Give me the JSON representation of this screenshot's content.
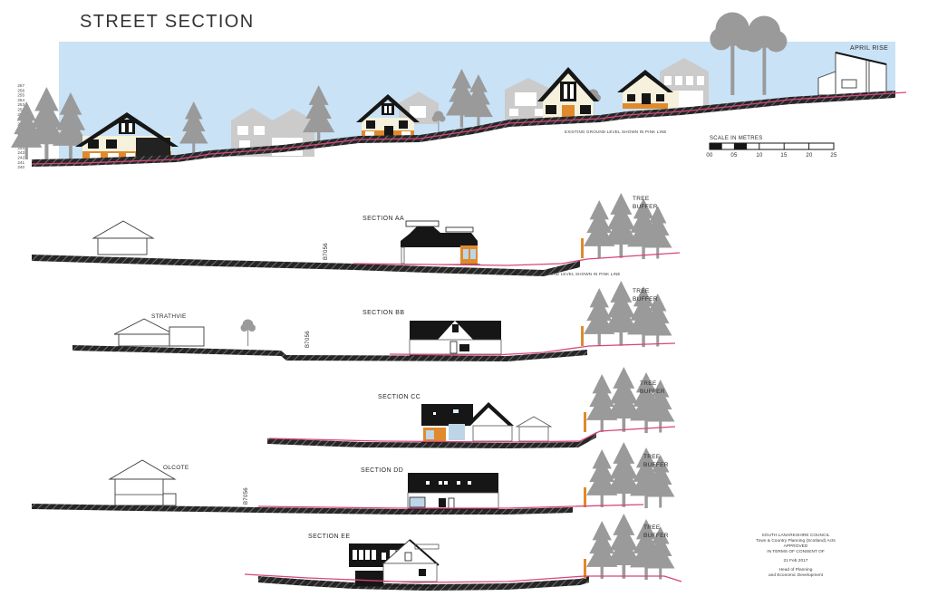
{
  "title": "STREET SECTION",
  "street_section": {
    "april_rise_label": "APRIL RISE",
    "ground_note": "EXISTING GROUND LEVEL SHOWN IN PINK LINE",
    "elevation_scale": {
      "values": [
        "257",
        "256",
        "255",
        "254",
        "253",
        "252",
        "251",
        "250",
        "249",
        "248",
        "247",
        "246",
        "245",
        "244",
        "243",
        "242",
        "241",
        "240"
      ]
    },
    "scale_bar": {
      "title": "SCALE IN METRES",
      "ticks": [
        "00",
        "05",
        "10",
        "15",
        "20",
        "25"
      ]
    }
  },
  "sections": [
    {
      "label": "SECTION AA",
      "road_label": "B7056",
      "tree_buffer": [
        "TREE",
        "BUFFER"
      ],
      "note": "EXISTING GROUND LEVEL SHOWN IN PINK LINE"
    },
    {
      "label": "SECTION BB",
      "road_label": "B7056",
      "tree_buffer": [
        "TREE",
        "BUFFER"
      ],
      "house_label": "STRATHVIE"
    },
    {
      "label": "SECTION CC",
      "tree_buffer": [
        "TREE",
        "BUFFER"
      ]
    },
    {
      "label": "SECTION DD",
      "road_label": "B7056",
      "tree_buffer": [
        "TREE",
        "BUFFER"
      ],
      "house_label": "OLCOTE"
    },
    {
      "label": "SECTION EE",
      "tree_buffer": [
        "TREE",
        "BUFFER"
      ]
    }
  ],
  "approval_stamp": {
    "lines": [
      "SOUTH LANARKSHIRE COUNCIL",
      "Town & Country Planning (Scotland) Acts",
      "APPROVED",
      "IN TERMS OF CONSENT OF",
      "21 Feb 2017",
      "Head of Planning",
      "and Economic Development"
    ]
  },
  "colors": {
    "sky": "#c9e2f6",
    "pink_line": "#d6457f",
    "tree_gray": "#9a9a9a",
    "silhouette_gray": "#cbcbcb",
    "accent_orange": "#e08a2d",
    "wall_cream": "#f5f1dc",
    "roof_black": "#161616"
  }
}
